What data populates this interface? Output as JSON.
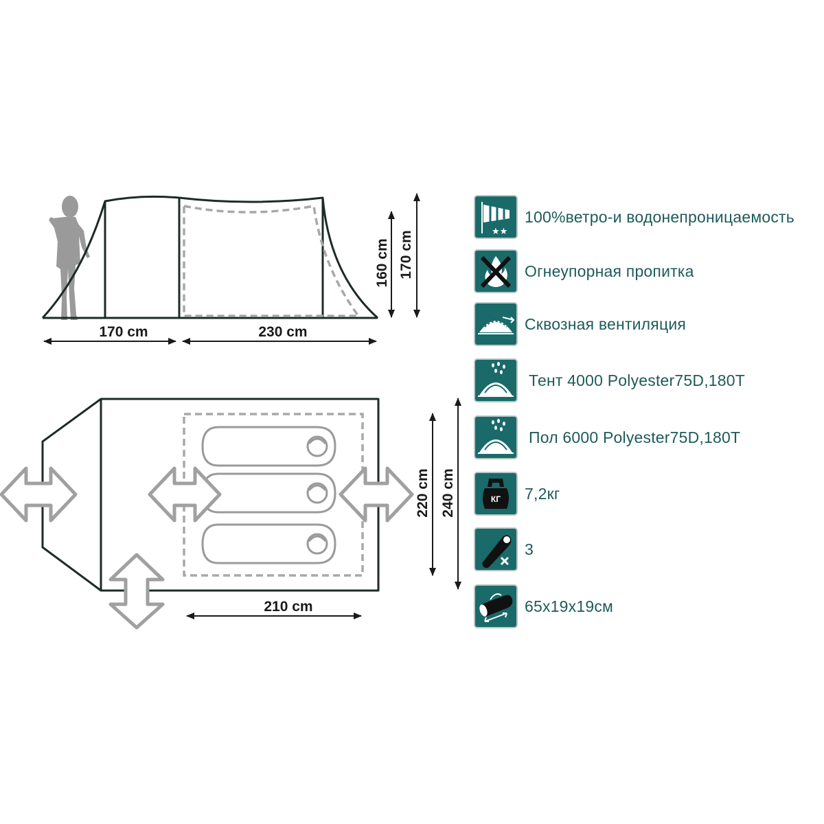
{
  "side_view": {
    "width_vestibule": "170 cm",
    "width_inner": "230 cm",
    "height_inner": "160 cm",
    "height_total": "170 cm"
  },
  "top_view": {
    "width_total": "240 cm",
    "width_inner": "220 cm",
    "length_inner": "210 cm"
  },
  "features": [
    {
      "icon": "windsock-icon",
      "text": "100%ветро-и водонепроницаемость"
    },
    {
      "icon": "no-fire-icon",
      "text": "Огнеупорная пропитка"
    },
    {
      "icon": "ventilation-icon",
      "text": "Сквозная вентиляция"
    },
    {
      "icon": "rain-tent-icon",
      "text": "Тент  4000  Polyester75D,180T"
    },
    {
      "icon": "rain-floor-icon",
      "text": "Пол  6000  Polyester75D,180T"
    },
    {
      "icon": "weight-icon",
      "text": "7,2кг",
      "badge": "КГ"
    },
    {
      "icon": "sleeping-bag-icon",
      "text": "3"
    },
    {
      "icon": "pack-bag-icon",
      "text": "65x19x19см"
    }
  ],
  "colors": {
    "icon_bg": "#1a6a6a",
    "label": "#1f5a5a",
    "outline": "#1e2a28",
    "dashed": "#a8a8a8",
    "arrow": "#a0a0a0"
  }
}
